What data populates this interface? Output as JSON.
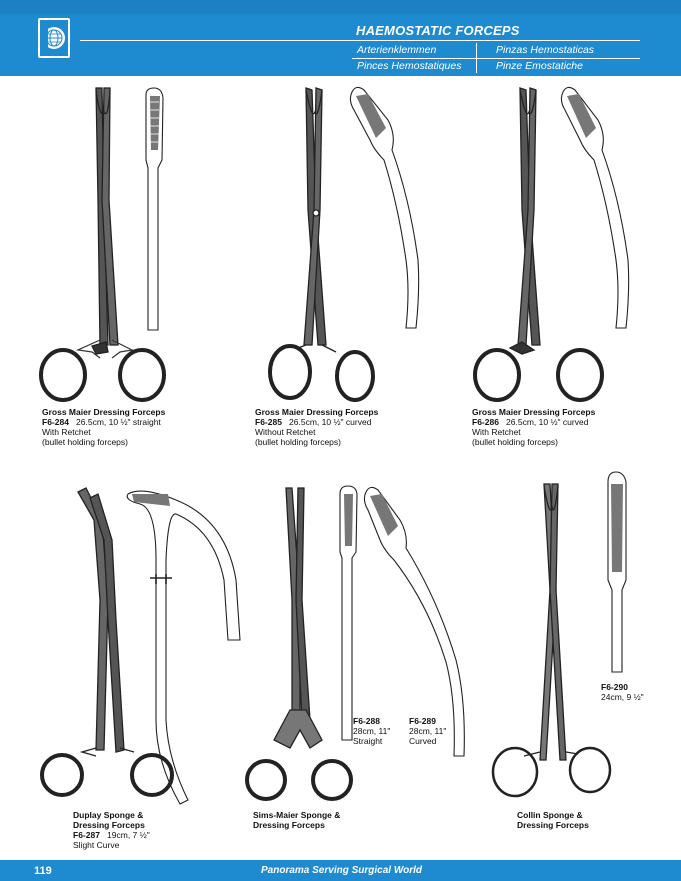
{
  "page": {
    "title": "HAEMOSTATIC FORCEPS",
    "translations": [
      "Arterienklemmen",
      "Pinces Hemostatiques",
      "Pinzas Hemostaticas",
      "Pinze Emostatiche"
    ],
    "page_number": "119",
    "tagline": "Panorama Serving Surgical World",
    "brand_color": "#1e8ad0"
  },
  "products": [
    {
      "name": "Gross Maier Dressing Forceps",
      "code": "F6-284",
      "size": "26.5cm, 10 ½\" straight",
      "note1": "With Retchet",
      "note2": "(bullet holding forceps)"
    },
    {
      "name": "Gross Maier Dressing Forceps",
      "code": "F6-285",
      "size": "26.5cm, 10 ½\" curved",
      "note1": "Without Retchet",
      "note2": "(bullet holding forceps)"
    },
    {
      "name": "Gross Maier Dressing Forceps",
      "code": "F6-286",
      "size": "26.5cm, 10 ½\" curved",
      "note1": "With Retchet",
      "note2": "(bullet holding forceps)"
    },
    {
      "name_line1": "Duplay Sponge &",
      "name_line2": "Dressing Forceps",
      "code": "F6-287",
      "size": "19cm, 7 ½\"",
      "note1": "Slight Curve"
    },
    {
      "name_line1": "Sims-Maier Sponge &",
      "name_line2": "Dressing Forceps"
    },
    {
      "code": "F6-288",
      "size": "28cm, 11\"",
      "note1": "Straight"
    },
    {
      "code": "F6-289",
      "size": "28cm, 11\"",
      "note1": "Curved"
    },
    {
      "name_line1": "Collin Sponge &",
      "name_line2": "Dressing Forceps"
    },
    {
      "code": "F6-290",
      "size": "24cm, 9 ½\""
    }
  ]
}
